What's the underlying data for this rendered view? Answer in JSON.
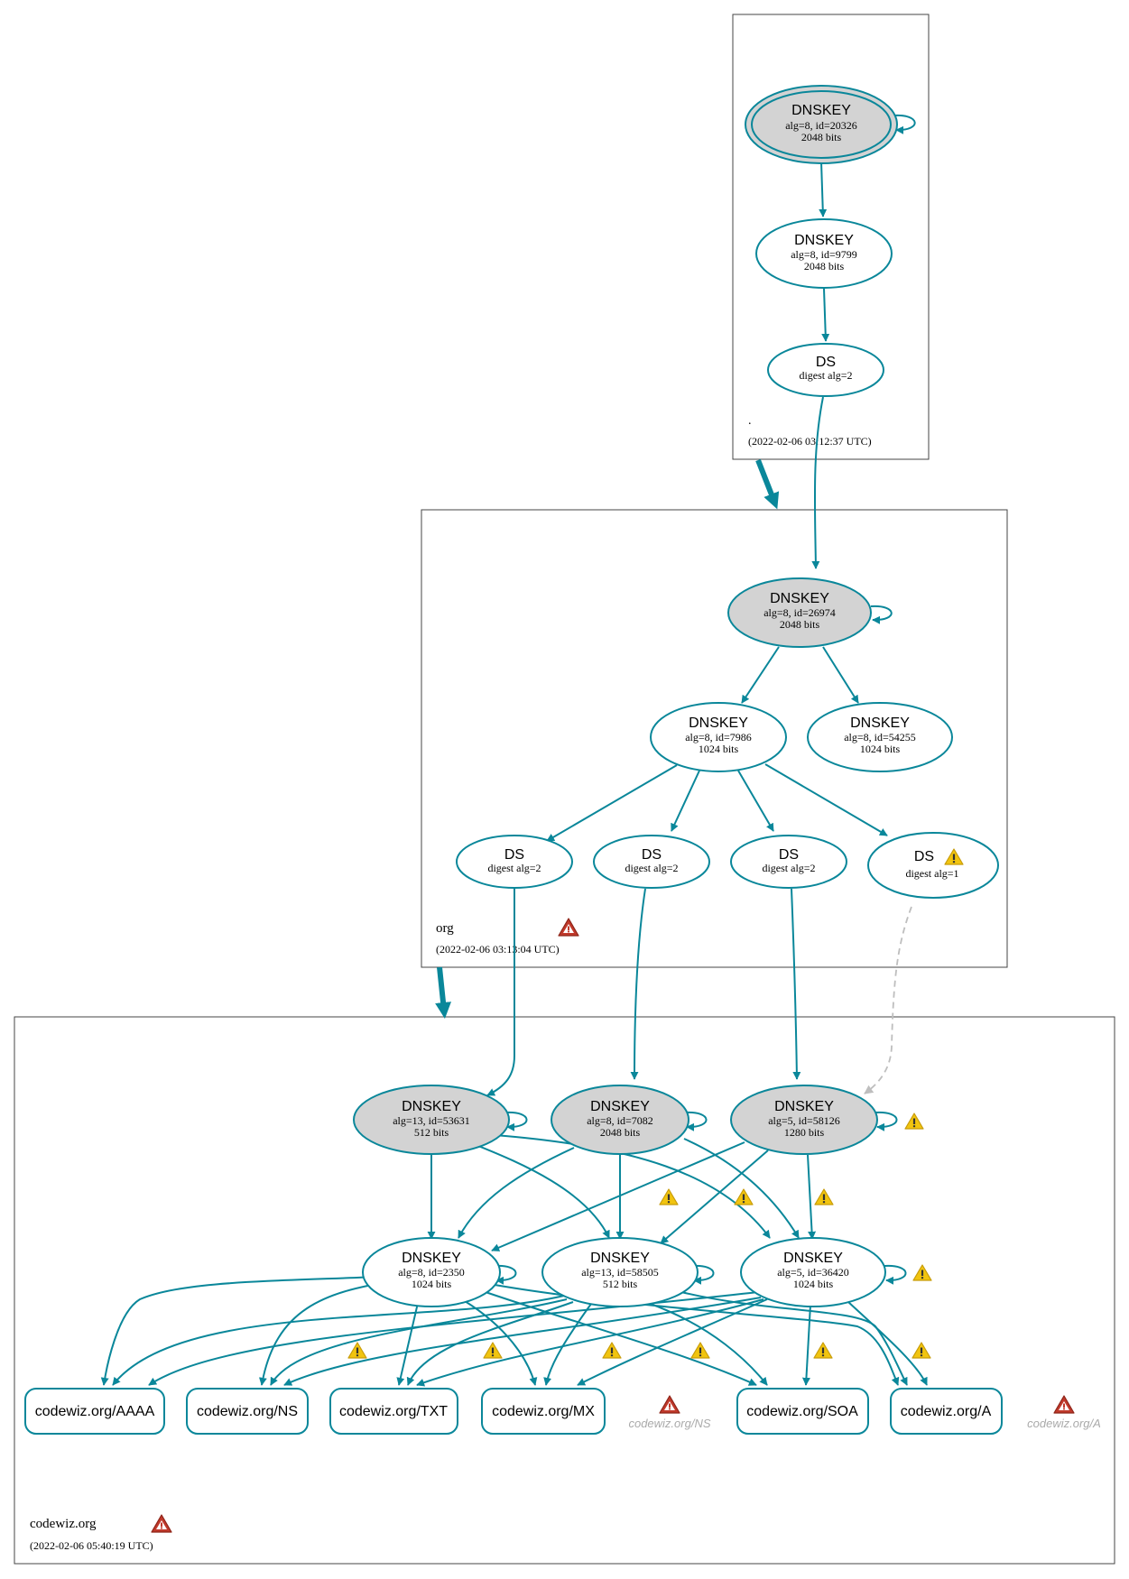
{
  "colors": {
    "edge": "#0a879a",
    "dashed": "#bebebe",
    "ksk_fill": "#d3d3d3",
    "error": "#c0392b",
    "warning": "#f1c40f"
  },
  "zones": [
    {
      "name": ".",
      "timestamp": "(2022-02-06 03:12:37 UTC)",
      "status_icon": "none"
    },
    {
      "name": "org",
      "timestamp": "(2022-02-06 03:13:04 UTC)",
      "status_icon": "error-icon"
    },
    {
      "name": "codewiz.org",
      "timestamp": "(2022-02-06 05:40:19 UTC)",
      "status_icon": "error-icon"
    }
  ],
  "nodes": {
    "root_ksk": {
      "type": "DNSKEY",
      "line2": "alg=8, id=20326",
      "line3": "2048 bits"
    },
    "root_zsk": {
      "type": "DNSKEY",
      "line2": "alg=8, id=9799",
      "line3": "2048 bits"
    },
    "org_ds": {
      "type": "DS",
      "line2": "digest alg=2"
    },
    "org_ksk": {
      "type": "DNSKEY",
      "line2": "alg=8, id=26974",
      "line3": "2048 bits"
    },
    "org_zsk1": {
      "type": "DNSKEY",
      "line2": "alg=8, id=7986",
      "line3": "1024 bits"
    },
    "org_zsk2": {
      "type": "DNSKEY",
      "line2": "alg=8, id=54255",
      "line3": "1024 bits"
    },
    "cw_ds1": {
      "type": "DS",
      "line2": "digest alg=2"
    },
    "cw_ds2": {
      "type": "DS",
      "line2": "digest alg=2"
    },
    "cw_ds3": {
      "type": "DS",
      "line2": "digest alg=2"
    },
    "cw_ds4": {
      "type": "DS",
      "line2": "digest alg=1"
    },
    "cw_ksk1": {
      "type": "DNSKEY",
      "line2": "alg=13, id=53631",
      "line3": "512 bits"
    },
    "cw_ksk2": {
      "type": "DNSKEY",
      "line2": "alg=8, id=7082",
      "line3": "2048 bits"
    },
    "cw_ksk3": {
      "type": "DNSKEY",
      "line2": "alg=5, id=58126",
      "line3": "1280 bits"
    },
    "cw_zsk1": {
      "type": "DNSKEY",
      "line2": "alg=8, id=2350",
      "line3": "1024 bits"
    },
    "cw_zsk2": {
      "type": "DNSKEY",
      "line2": "alg=13, id=58505",
      "line3": "512 bits"
    },
    "cw_zsk3": {
      "type": "DNSKEY",
      "line2": "alg=5, id=36420",
      "line3": "1024 bits"
    }
  },
  "rrsets": [
    "codewiz.org/AAAA",
    "codewiz.org/NS",
    "codewiz.org/TXT",
    "codewiz.org/MX",
    "codewiz.org/SOA",
    "codewiz.org/A"
  ],
  "nonexistent": [
    "codewiz.org/NS",
    "codewiz.org/A"
  ]
}
